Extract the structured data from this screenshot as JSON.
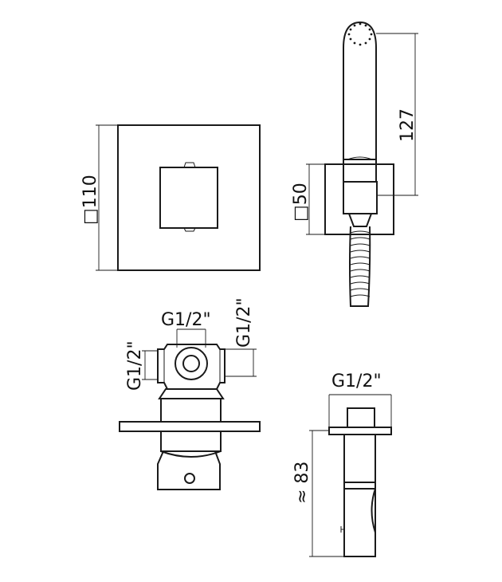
{
  "dimensions": {
    "plate_size": "□110",
    "hand_shower_length": "127",
    "holder_size": "□50",
    "body_top_thread": "G1/2\"",
    "body_side_thread_right": "G1/2\"",
    "body_side_thread_left": "G1/2\"",
    "elbow_thread": "G1/2\"",
    "elbow_depth": "≈ 83"
  },
  "colors": {
    "line": "#1a1a1a",
    "background": "#ffffff"
  }
}
